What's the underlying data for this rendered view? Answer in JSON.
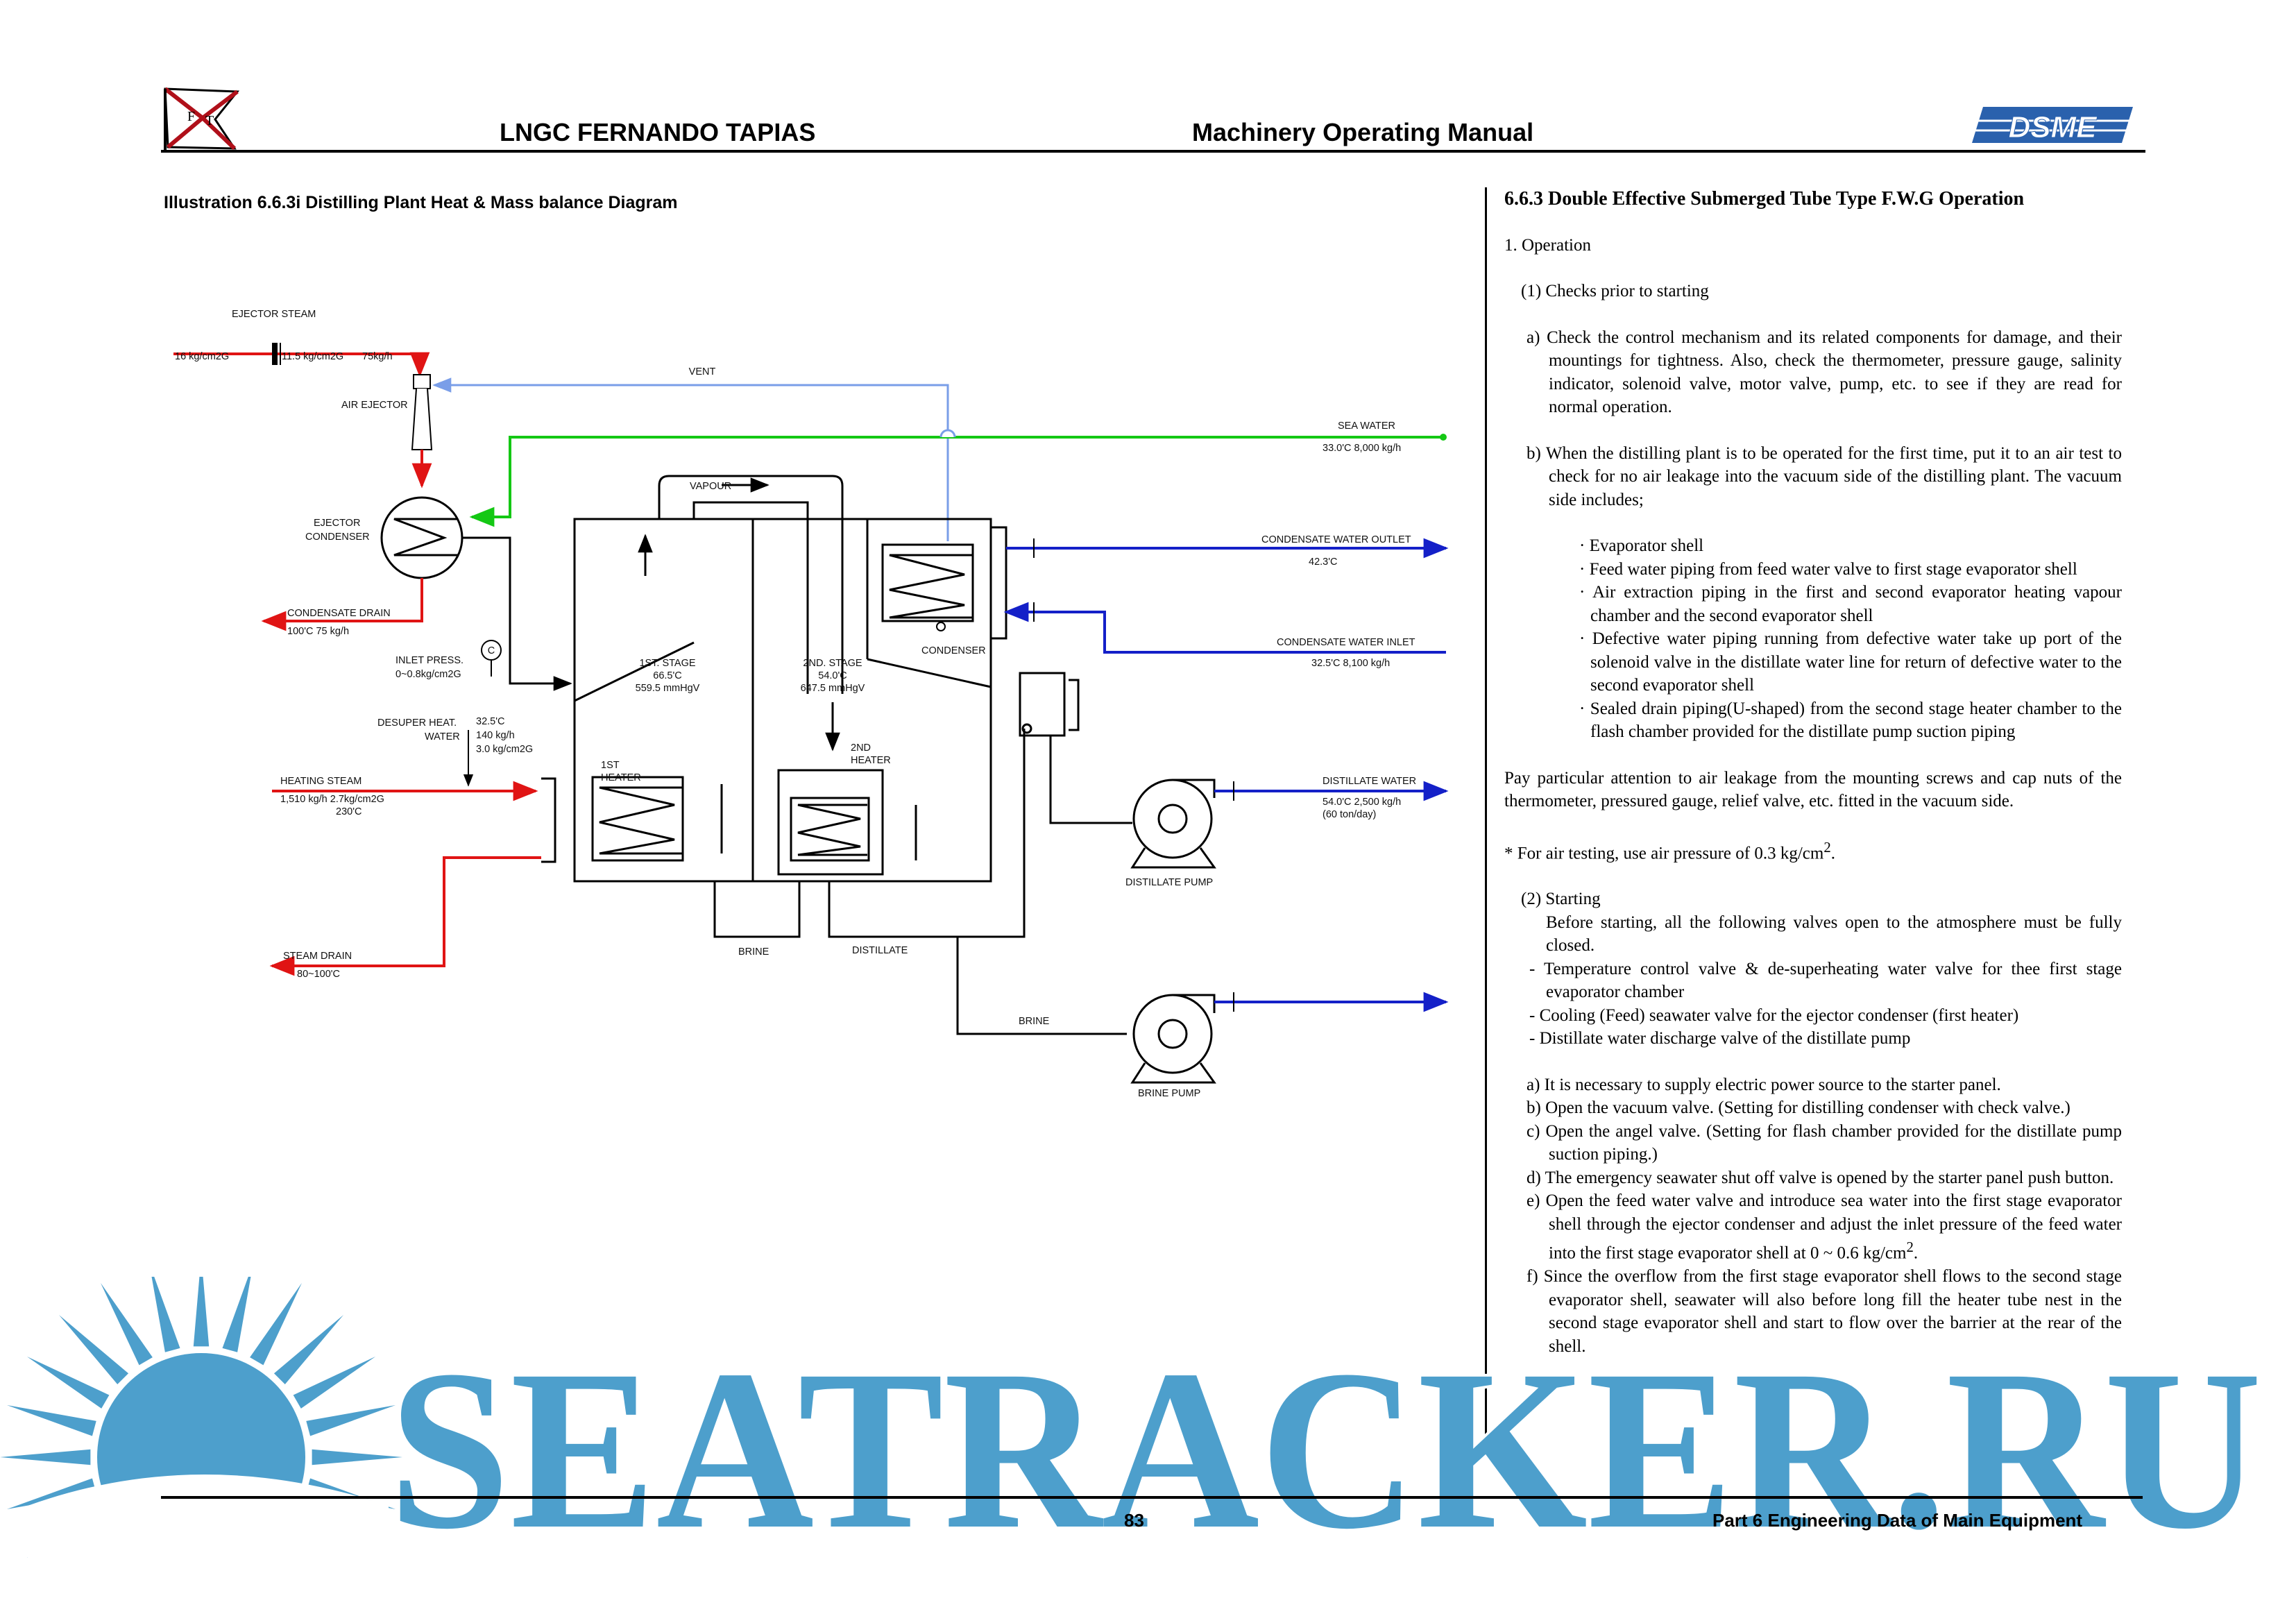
{
  "header": {
    "ship_name": "LNGC FERNANDO TAPIAS",
    "manual_title": "Machinery Operating Manual",
    "logo_letters": [
      "F",
      "T"
    ],
    "brand_logo": "DSME"
  },
  "illustration": {
    "title": "Illustration 6.6.3i Distilling Plant Heat & Mass balance Diagram",
    "labels": {
      "ejector_steam": "EJECTOR STEAM",
      "steam_16": "16 kg/cm2G",
      "steam_115": "11.5 kg/cm2G",
      "steam_75": "75kg/h",
      "air_ejector": "AIR EJECTOR",
      "vent": "VENT",
      "sea_water": "SEA WATER",
      "sea_water_val": "33.0'C 8,000 kg/h",
      "vapour": "VAPOUR",
      "ejector_condenser_1": "EJECTOR",
      "ejector_condenser_2": "CONDENSER",
      "condensate_drain": "CONDENSATE DRAIN",
      "condensate_drain_val": "100'C 75 kg/h",
      "inlet_press_1": "INLET PRESS.",
      "inlet_press_2": "0~0.8kg/cm2G",
      "gauge_c": "C",
      "stage1_1": "1ST. STAGE",
      "stage1_2": "66.5'C",
      "stage1_3": "559.5 mmHgV",
      "stage2_1": "2ND. STAGE",
      "stage2_2": "54.0'C",
      "stage2_3": "647.5 mmHgV",
      "condenser": "CONDENSER",
      "cond_outlet": "CONDENSATE WATER OUTLET",
      "cond_outlet_val": "42.3'C",
      "cond_inlet": "CONDENSATE WATER INLET",
      "cond_inlet_val": "32.5'C 8,100 kg/h",
      "desuper_1": "DESUPER HEAT.",
      "desuper_2": "WATER",
      "desuper_v1": "32.5'C",
      "desuper_v2": "140 kg/h",
      "desuper_v3": "3.0 kg/cm2G",
      "heater1_1": "1ST",
      "heater1_2": "HEATER",
      "heater2_1": "2ND",
      "heater2_2": "HEATER",
      "heating_steam": "HEATING STEAM",
      "heating_steam_v1": "1,510 kg/h 2.7kg/cm2G",
      "heating_steam_v2": "230'C",
      "distillate_water": "DISTILLATE WATER",
      "distillate_water_v1": "54.0'C 2,500 kg/h",
      "distillate_water_v2": "(60 ton/day)",
      "distillate_pump": "DISTILLATE PUMP",
      "steam_drain": "STEAM DRAIN",
      "steam_drain_val": "80~100'C",
      "brine": "BRINE",
      "distillate": "DISTILLATE",
      "brine2": "BRINE",
      "brine_pump": "BRINE PUMP"
    }
  },
  "section": {
    "heading": "6.6.3 Double Effective Submerged Tube Type F.W.G Operation",
    "op": "1. Operation",
    "checks": "(1) Checks prior to starting",
    "a": "a) Check the control mechanism and its related components for damage, and their mountings for tightness. Also, check the thermometer, pressure gauge, salinity indicator, solenoid valve, motor valve, pump, etc. to see if they are read for normal operation.",
    "b": "b) When the distilling plant is to be operated for the first time, put it to an air test to check for no air leakage into the vacuum side of the distilling plant. The vacuum side includes;",
    "bullets": [
      "· Evaporator shell",
      "· Feed water piping from feed water valve to first stage evaporator shell",
      "· Air extraction piping in the first and second evaporator heating vapour chamber and the second evaporator shell",
      "· Defective water piping running from defective water take up port of the solenoid valve in the distillate water line for return of defective water to the second evaporator shell",
      "· Sealed drain piping(U-shaped) from the second stage heater chamber to the flash chamber provided for the distillate pump suction piping"
    ],
    "attention": "Pay particular attention to air leakage from the mounting screws and cap nuts of the thermometer, pressured gauge, relief valve, etc. fitted in the vacuum side.",
    "air_test_pre": "* For air testing, use air pressure of 0.3 kg/cm",
    "air_test_sup": "2",
    "air_test_post": ".",
    "starting": "(2) Starting",
    "starting_intro": "Before starting, all the following valves open to the atmosphere must be fully closed.",
    "dashes": [
      "-  Temperature control valve & de-superheating water valve for thee first stage evaporator chamber",
      "-  Cooling (Feed) seawater valve for the ejector condenser (first heater)",
      "-  Distillate water discharge valve of the distillate pump"
    ],
    "steps": [
      "a)  It is necessary to supply electric power source to the starter panel.",
      "b)  Open the vacuum valve. (Setting for distilling condenser with check valve.)",
      "c)  Open the angel valve. (Setting for flash chamber provided for the distillate pump suction piping.)",
      "d)  The emergency seawater shut off valve is opened by the starter panel push button."
    ],
    "step_e_pre": "e)  Open the feed water valve and introduce sea water into the first stage evaporator shell through the ejector condenser and adjust the inlet pressure of the feed water into the first stage evaporator shell at 0 ~ 0.6 kg/cm",
    "step_e_sup": "2",
    "step_e_post": ".",
    "step_f": "f)  Since the overflow from the first stage evaporator shell flows to the second stage evaporator shell, seawater will also before long fill the heater tube nest in the second stage evaporator shell and start to flow over the barrier at the rear of the shell."
  },
  "footer": {
    "page_number": "83",
    "part_title": "Part 6 Engineering Data of Main Equipment"
  },
  "watermark": {
    "text": "SEATRACKER.RU",
    "color": "#4d9fcc"
  }
}
